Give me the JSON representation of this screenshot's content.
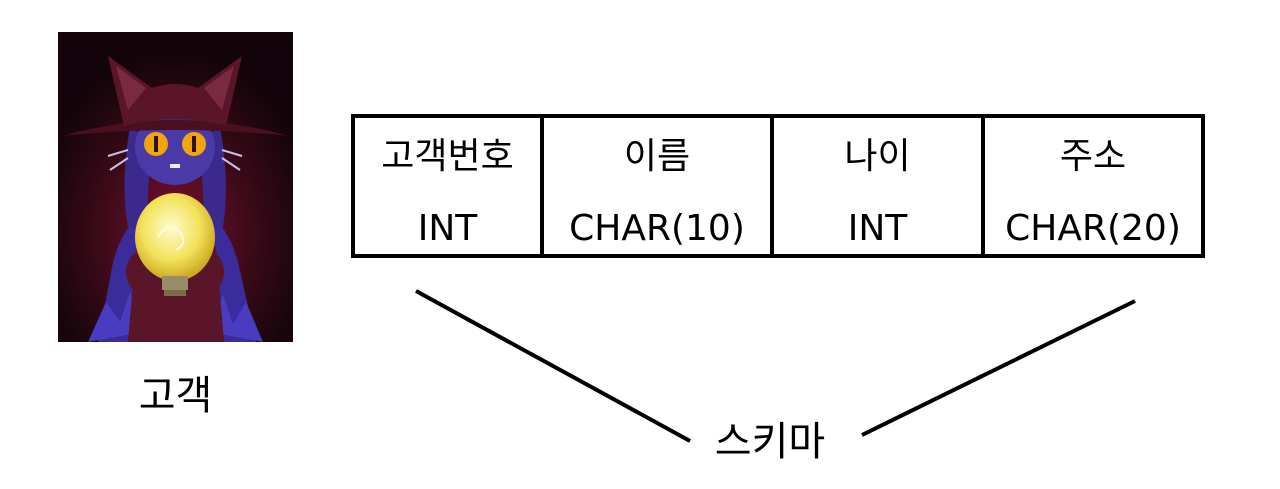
{
  "entity": {
    "caption": "고객",
    "illustration": "witch-with-lightbulb-icon"
  },
  "schema": {
    "label": "스키마",
    "columns": [
      {
        "name": "고객번호",
        "type": "INT"
      },
      {
        "name": "이름",
        "type": "CHAR(10)"
      },
      {
        "name": "나이",
        "type": "INT"
      },
      {
        "name": "주소",
        "type": "CHAR(20)"
      }
    ]
  },
  "colors": {
    "line": "#000000",
    "background": "#ffffff",
    "illustration_bg": "#2a0812",
    "hat": "#5a1628",
    "hair": "#3b2a8c",
    "eyes": "#f2a40c",
    "bulb": "#f5e65a"
  }
}
